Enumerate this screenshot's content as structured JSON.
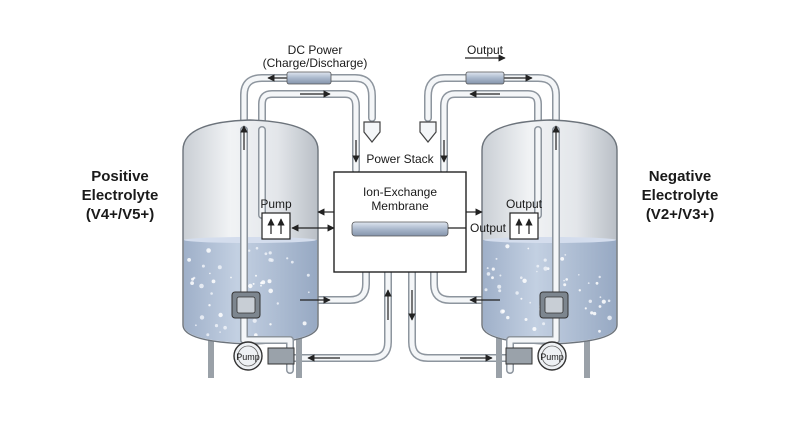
{
  "left_tank": {
    "title_line1": "Positive",
    "title_line2": "Electrolyte",
    "title_line3": "(V4+/V5+)",
    "pump_box_label": "Pump",
    "pump_label": "Pump"
  },
  "right_tank": {
    "title_line1": "Negative",
    "title_line2": "Electrolyte",
    "title_line3": "(V2+/V3+)",
    "output_box_label": "Output",
    "pump_label": "Pump"
  },
  "top": {
    "dc_power_line1": "DC Power",
    "dc_power_line2": "(Charge/Discharge)",
    "output_label": "Output"
  },
  "stack": {
    "title": "Power Stack",
    "membrane_line1": "Ion-Exchange",
    "membrane_line2": "Membrane",
    "output_label": "Output"
  },
  "colors": {
    "electrolyte": "#b7c6dc",
    "tank_body": "#e6e9ec",
    "pipe": "#8d959e"
  }
}
